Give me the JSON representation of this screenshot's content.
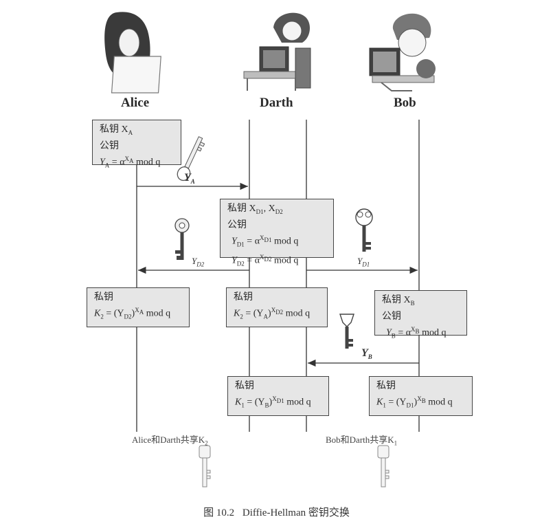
{
  "actors": {
    "alice": "Alice",
    "darth": "Darth",
    "bob": "Bob"
  },
  "boxes": {
    "alice_init": {
      "line1": "私钥 X",
      "line1_sub": "A",
      "line2": "公钥",
      "line3_lhs": "Y",
      "line3_lhs_sub": "A",
      "line3_rhs": "= α",
      "line3_sup": "X",
      "line3_sup_sub": "A",
      "line3_tail": " mod q"
    },
    "darth_init": {
      "line1": "私钥 X",
      "line1_sub1": "D1",
      "line1_mid": ", X",
      "line1_sub2": "D2",
      "line2": "公钥",
      "line3": "Y",
      "line3_sub": "D1",
      "line3_rhs": " = α",
      "line3_sup": "X",
      "line3_sup_sub": "D1",
      "line3_tail": " mod q",
      "line4": "Y",
      "line4_sub": "D2",
      "line4_rhs": " = α",
      "line4_sup": "X",
      "line4_sup_sub": "D2",
      "line4_tail": " mod q"
    },
    "alice_key": {
      "line1": "私钥",
      "line2": "K",
      "line2_sub": "2",
      "line2_rhs": " = (Y",
      "line2_rhs_sub": "D2",
      "line2_close": ")",
      "line2_sup": "X",
      "line2_sup_sub": "A",
      "line2_tail": " mod q"
    },
    "darth_key2": {
      "line1": "私钥",
      "line2": "K",
      "line2_sub": "2",
      "line2_rhs": " = (Y",
      "line2_rhs_sub": "A",
      "line2_close": ")",
      "line2_sup": "X",
      "line2_sup_sub": "D2",
      "line2_tail": " mod q"
    },
    "bob_init": {
      "line1": "私钥 X",
      "line1_sub": "B",
      "line2": "公钥",
      "line3": "Y",
      "line3_sub": "B",
      "line3_rhs": " = α",
      "line3_sup": "X",
      "line3_sup_sub": "B",
      "line3_tail": " mod q"
    },
    "darth_key1": {
      "line1": "私钥",
      "line2": "K",
      "line2_sub": "1",
      "line2_rhs": " = (Y",
      "line2_rhs_sub": "B",
      "line2_close": ")",
      "line2_sup": "X",
      "line2_sup_sub": "D1",
      "line2_tail": " mod q"
    },
    "bob_key": {
      "line1": "私钥",
      "line2": "K",
      "line2_sub": "1",
      "line2_rhs": " = (Y",
      "line2_rhs_sub": "D1",
      "line2_close": ")",
      "line2_sup": "X",
      "line2_sup_sub": "B",
      "line2_tail": " mod q"
    }
  },
  "messages": {
    "ya": {
      "text": "Y",
      "sub": "A"
    },
    "yd2": {
      "text": "Y",
      "sub": "D2"
    },
    "yd1": {
      "text": "Y",
      "sub": "D1"
    },
    "yb": {
      "text": "Y",
      "sub": "B"
    }
  },
  "shared": {
    "alice_darth": {
      "text": "Alice和Darth共享K",
      "sub": "2"
    },
    "bob_darth": {
      "text": "Bob和Darth共享K",
      "sub": "1"
    }
  },
  "caption": {
    "figure": "图 10.2",
    "title": "Diffie-Hellman 密钥交换"
  },
  "colors": {
    "box_fill": "#e6e6e6",
    "line": "#333333",
    "text": "#2b2b2b"
  }
}
